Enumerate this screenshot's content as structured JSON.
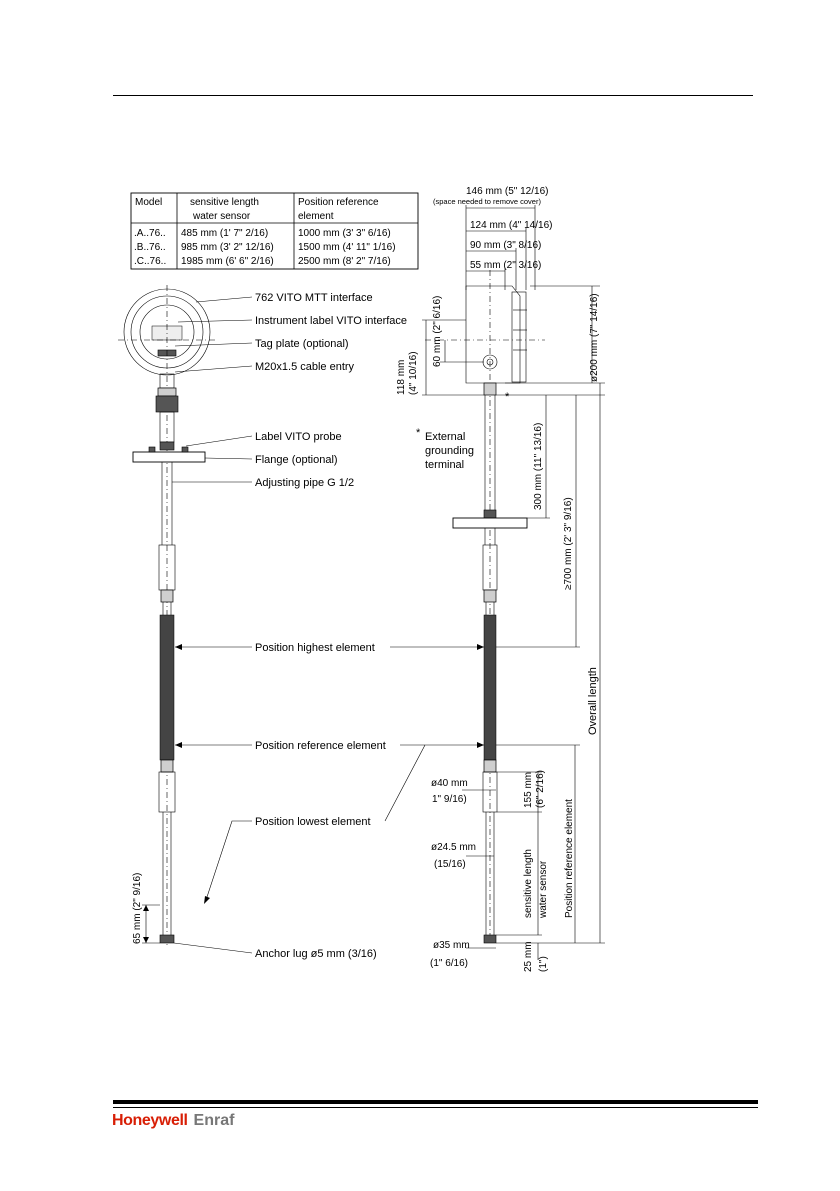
{
  "table": {
    "headers": [
      "Model",
      "sensitive length\nwater sensor",
      "Position reference\nelement"
    ],
    "rows": [
      [
        ".A..76..",
        "485 mm (1' 7\" 2/16)",
        "1000 mm (3' 3\" 6/16)"
      ],
      [
        ".B..76..",
        "985 mm (3' 2\" 12/16)",
        "1500 mm (4' 11\" 1/16)"
      ],
      [
        ".C..76..",
        "1985 mm (6' 6\" 2/16)",
        "2500 mm (8' 2\" 7/16)"
      ]
    ]
  },
  "callouts": {
    "mtt_interface": "762 VITO MTT interface",
    "instrument_label": "Instrument label VITO interface",
    "tag_plate": "Tag plate (optional)",
    "cable_entry": "M20x1.5 cable entry",
    "label_probe": "Label VITO probe",
    "flange": "Flange (optional)",
    "adjusting_pipe": "Adjusting pipe G 1/2",
    "grounding_star": "*",
    "grounding_1": "External",
    "grounding_2": "grounding",
    "grounding_3": "terminal",
    "highest": "Position highest element",
    "reference": "Position reference element",
    "lowest": "Position lowest element",
    "anchor": "Anchor lug ø5 mm (3/16)"
  },
  "dimensions": {
    "d146": "146 mm (5\" 12/16)",
    "d146_note": "(space needed to remove cover)",
    "d124": "124 mm (4\" 14/16)",
    "d90": "90 mm (3\" 8/16)",
    "d55": "55 mm (2\" 3/16)",
    "d60": "60 mm (2\" 6/16)",
    "d118a": "118 mm",
    "d118b": "(4\" 10/16)",
    "d200": "ø200 mm (7\" 14/16)",
    "d300": "300 mm (11\" 13/16)",
    "d700": "≥700 mm (2' 3\" 9/16)",
    "overall": "Overall length",
    "d40a": "ø40 mm",
    "d40b": "1\" 9/16)",
    "d155a": "155 mm",
    "d155b": "(6\" 2/16)",
    "d245a": "ø24.5 mm",
    "d245b": "(15/16)",
    "sens_a": "sensitive length",
    "sens_b": "water sensor",
    "pos_ref": "Position reference element",
    "d65": "65 mm (2\" 9/16)",
    "d35a": "ø35 mm",
    "d35b": "(1\" 6/16)",
    "d25a": "25 mm",
    "d25b": "(1\")"
  },
  "footer": {
    "brand": "Honeywell",
    "sub": "Enraf",
    "brand_color": "#d81e05"
  }
}
